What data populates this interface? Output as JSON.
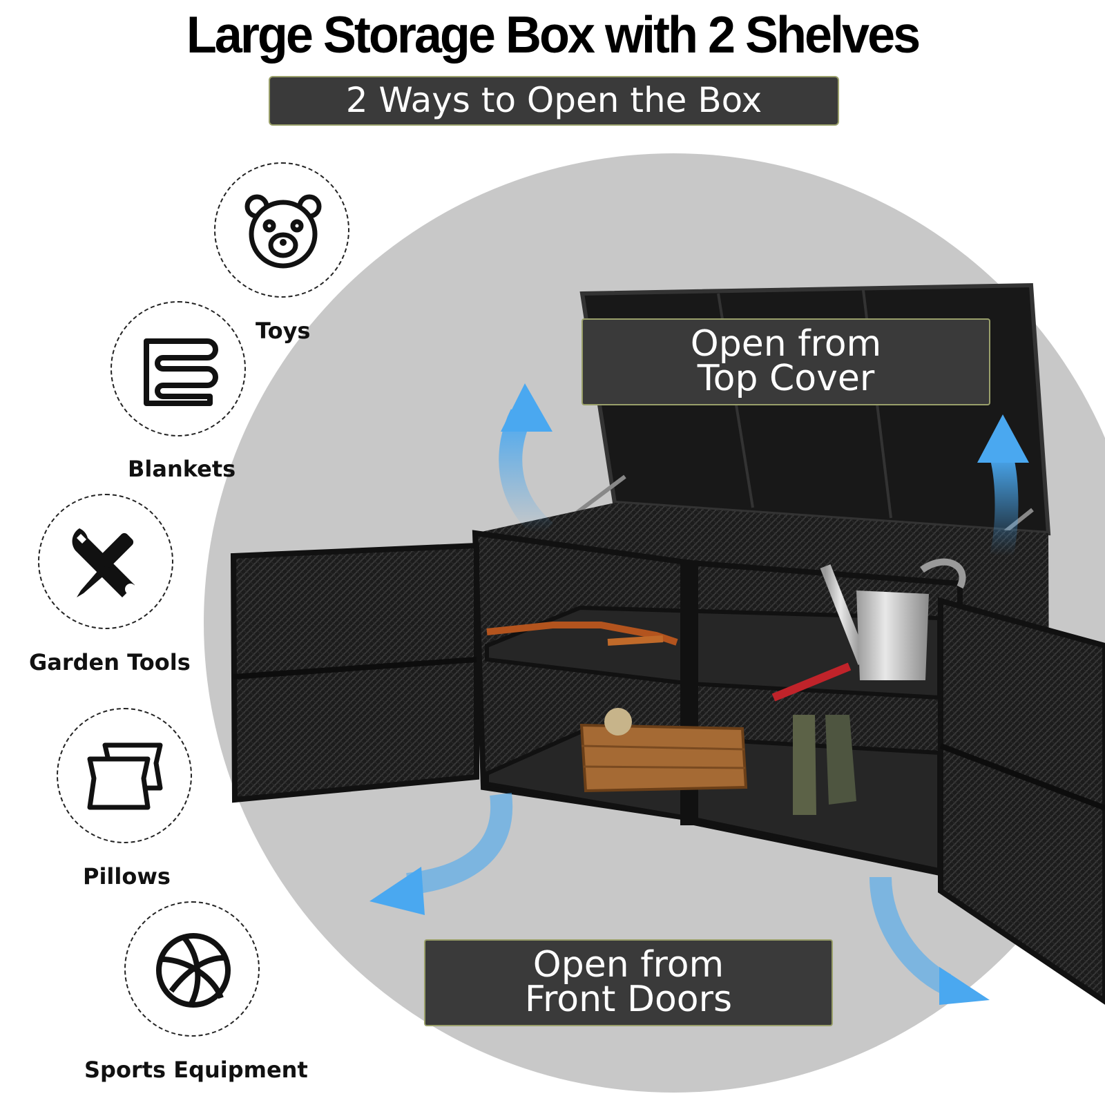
{
  "header": {
    "title": "Large Storage Box with 2 Shelves",
    "subtitle": "2 Ways to Open the Box"
  },
  "uses": [
    {
      "label": "Toys",
      "icon": "teddy-bear-icon"
    },
    {
      "label": "Blankets",
      "icon": "folded-blanket-icon"
    },
    {
      "label": "Garden Tools",
      "icon": "wrench-screwdriver-icon"
    },
    {
      "label": "Pillows",
      "icon": "pillows-icon"
    },
    {
      "label": "Sports Equipment",
      "icon": "ball-icon"
    }
  ],
  "callouts": {
    "top": {
      "line1": "Open from",
      "line2": "Top Cover"
    },
    "front": {
      "line1": "Open from",
      "line2": "Front Doors"
    }
  },
  "colors": {
    "callout_bg": "#3a3a3a",
    "callout_border": "#9aa06a",
    "arrow": "#4aa8f0",
    "backdrop": "#c8c8c8",
    "wicker": "#1c1c1c"
  }
}
